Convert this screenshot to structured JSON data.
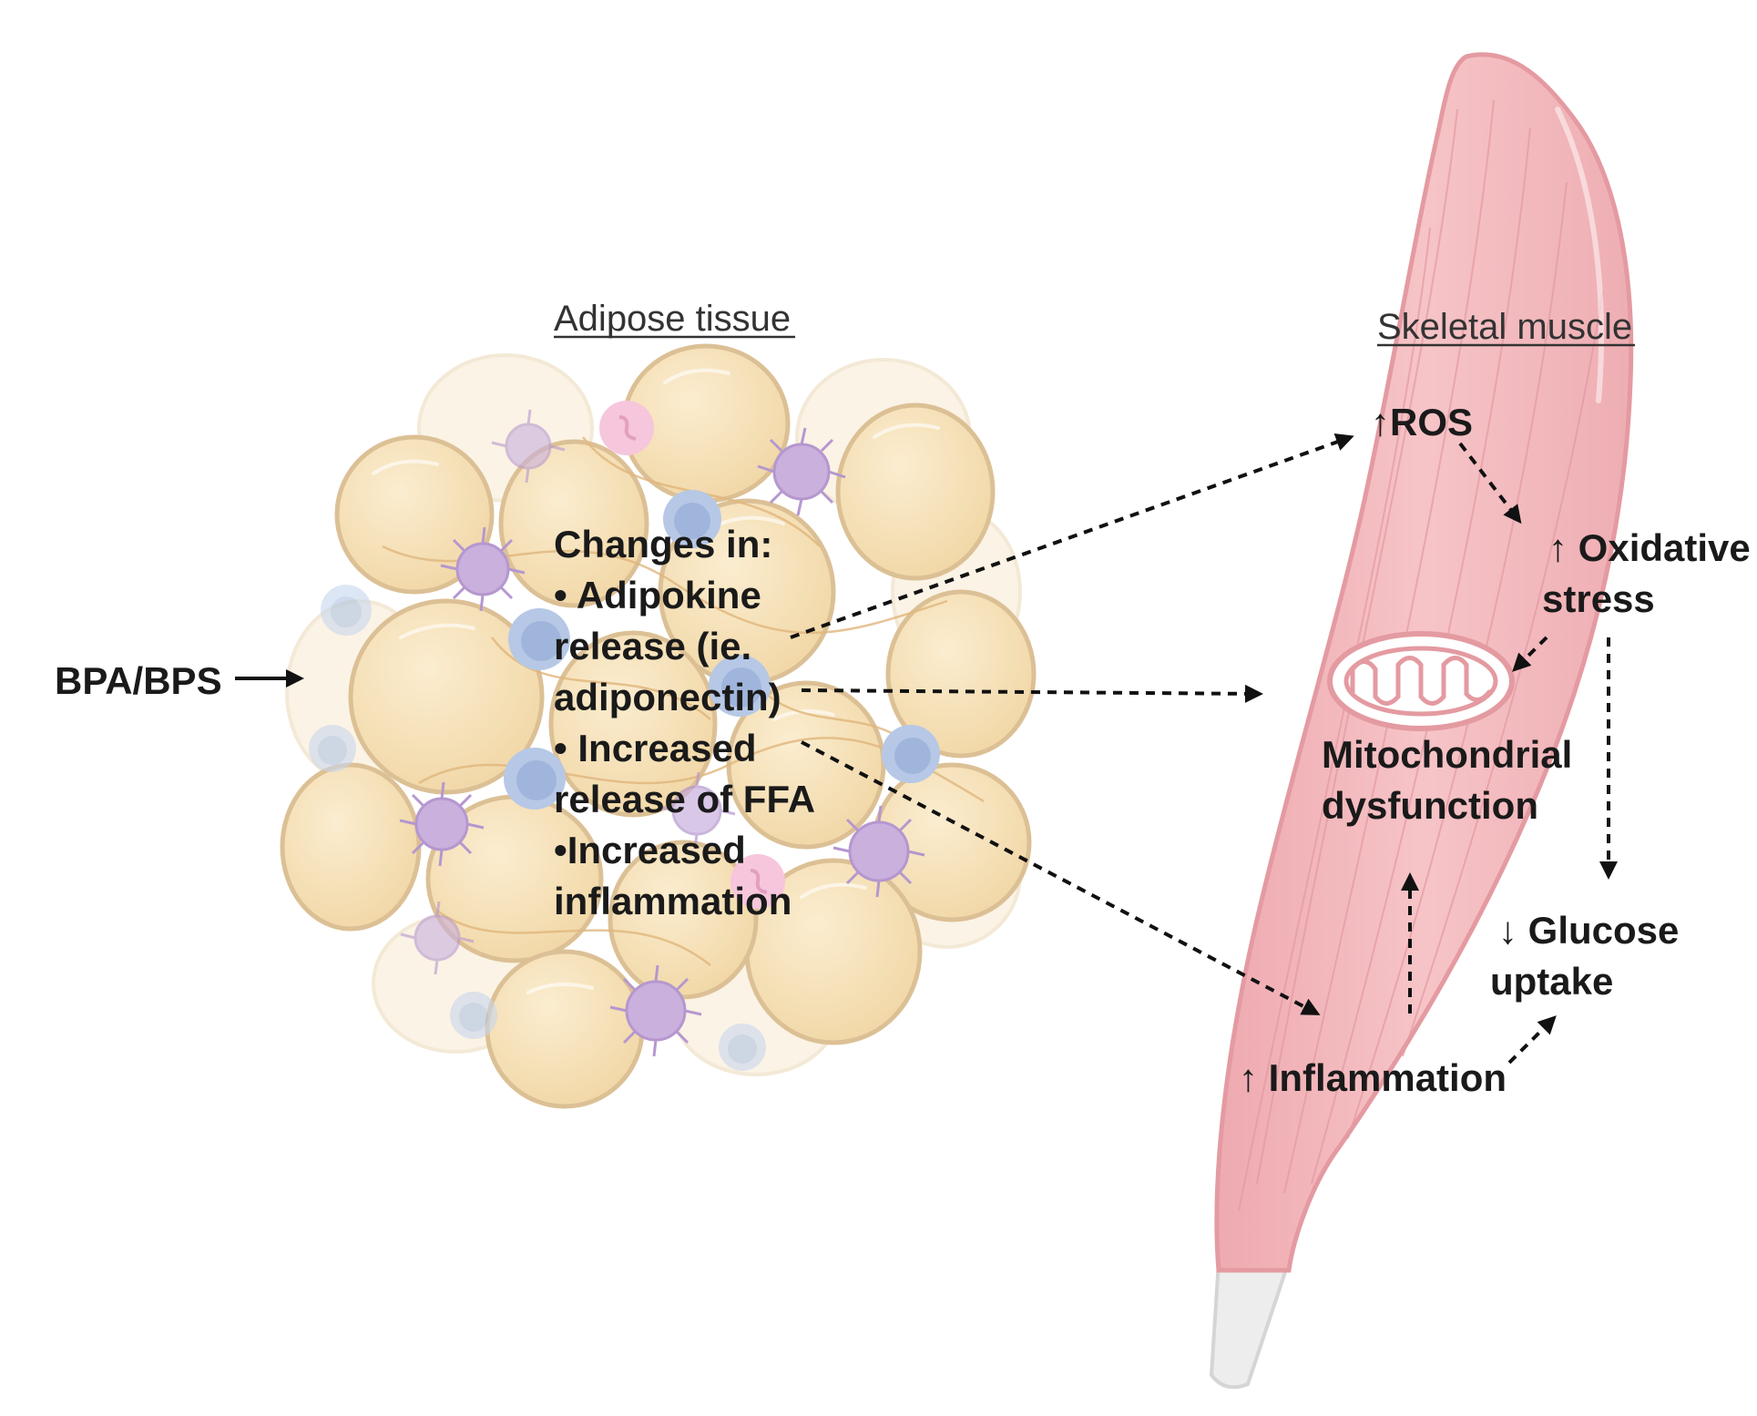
{
  "input": {
    "label": "BPA/BPS"
  },
  "adipose": {
    "title": "Adipose tissue",
    "changes": [
      "Changes in:",
      "• Adipokine",
      "release (ie.",
      "adiponectin)",
      "• Increased",
      "release of FFA",
      "•Increased",
      "inflammation"
    ]
  },
  "muscle": {
    "title": "Skeletal muscle",
    "ros": "↑ROS",
    "oxidative": [
      "↑ Oxidative",
      "stress"
    ],
    "mito": [
      "Mitochondrial",
      "dysfunction"
    ],
    "glucose": [
      "↓ Glucose",
      "uptake"
    ],
    "inflammation": "↑ Inflammation"
  },
  "colors": {
    "muscle_fill": "#f2b9bd",
    "muscle_stroke": "#e49aa1",
    "tendon": "#ededed",
    "adipocyte_fill": "#f5dfb5",
    "adipocyte_stroke": "#dcc095",
    "macrophage": "#c9b0dd",
    "lymphocyte": "#b6c8e6",
    "pink_cell": "#f6c6dc",
    "arrow": "#111111"
  }
}
